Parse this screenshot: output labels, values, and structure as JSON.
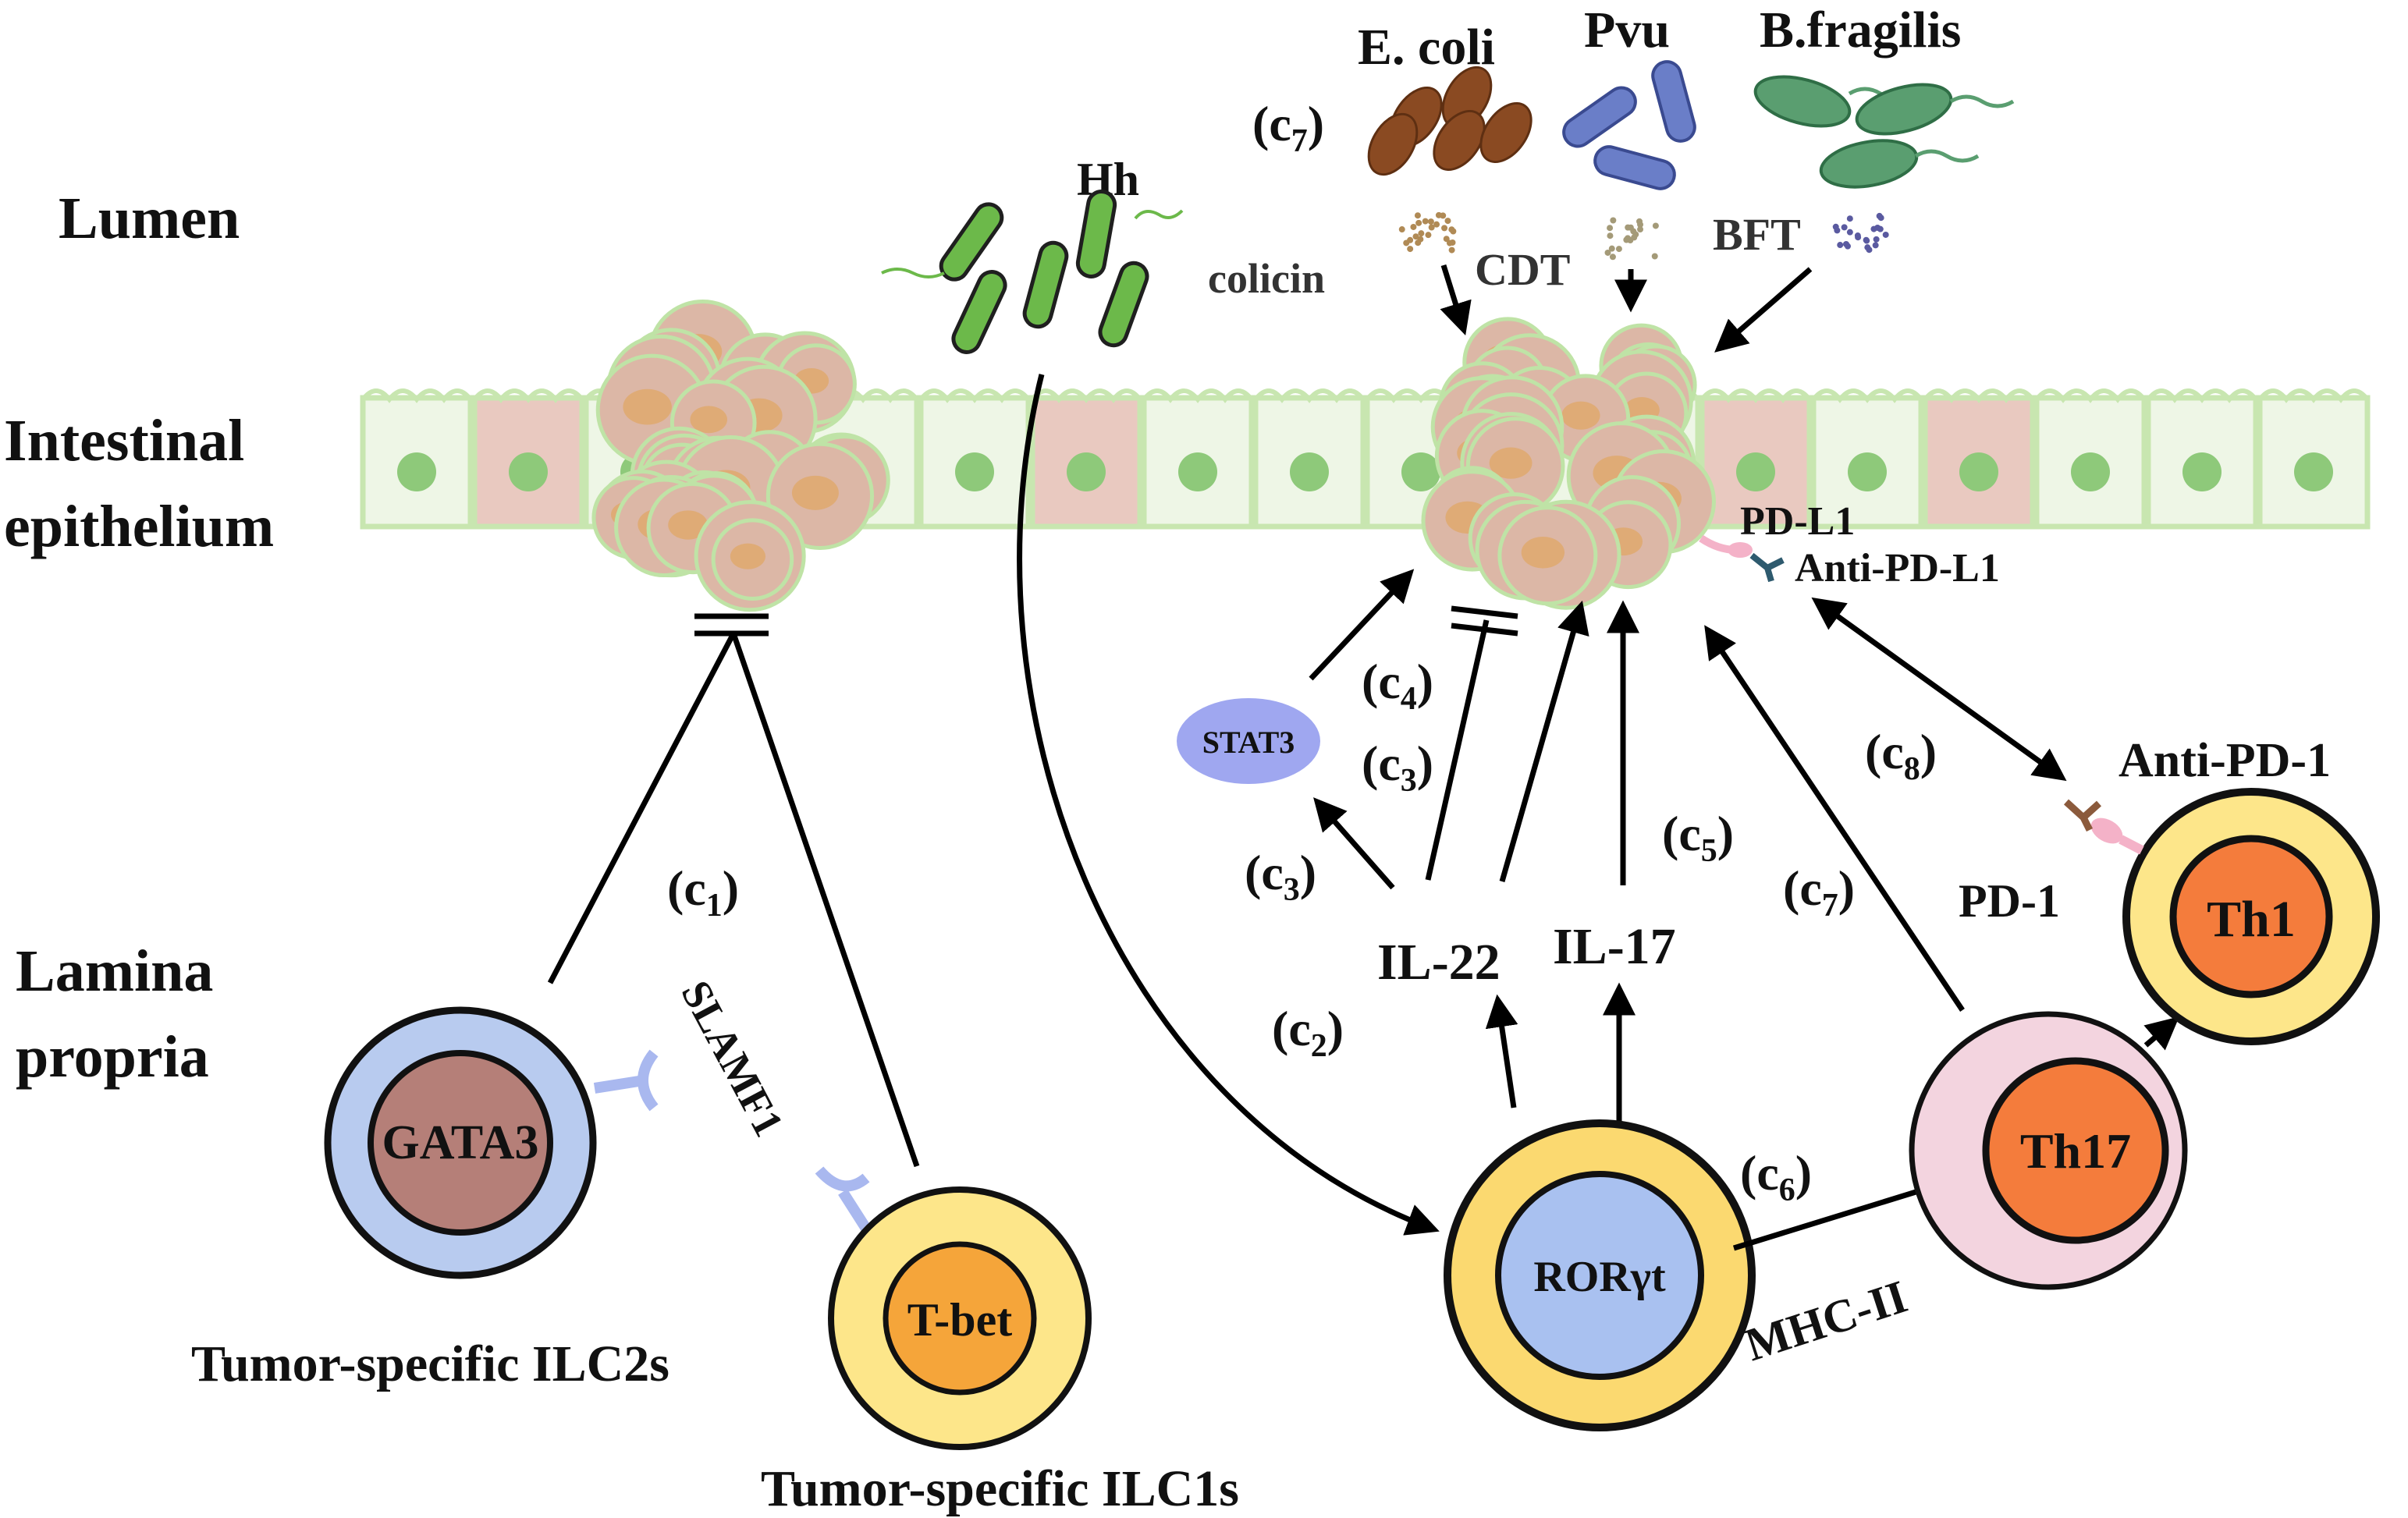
{
  "regions": {
    "lumen": "Lumen",
    "epithelium_line1": "Intestinal",
    "epithelium_line2": "epithelium",
    "lamina_line1": "Lamina",
    "lamina_line2": "propria"
  },
  "bacteria": {
    "ecoli": "E. coli",
    "pvu": "Pvu",
    "bfragilis": "B.fragilis",
    "hh": "Hh"
  },
  "toxins": {
    "colicin": "colicin",
    "cdt": "CDT",
    "bft": "BFT"
  },
  "markers": {
    "pdl1": "PD-L1",
    "anti_pdl1": "Anti-PD-L1",
    "anti_pd1": "Anti-PD-1",
    "pd1": "PD-1",
    "slamf1": "SLAMF1",
    "mhc2": "MHC-II",
    "stat3": "STAT3"
  },
  "cytokines": {
    "il22": "IL-22",
    "il17": "IL-17"
  },
  "cells": {
    "gata3": "GATA3",
    "tbet": "T-bet",
    "ror": "RORγt",
    "th17": "Th17",
    "th1": "Th1",
    "ilc2_caption": "Tumor-specific ILC2s",
    "ilc1_caption": "Tumor-specific ILC1s"
  },
  "annotations": {
    "c1": {
      "base": "(c",
      "sub": "1",
      "close": ")"
    },
    "c2": {
      "base": "(c",
      "sub": "2",
      "close": ")"
    },
    "c3a": {
      "base": "(c",
      "sub": "3",
      "close": ")"
    },
    "c3b": {
      "base": "(c",
      "sub": "3",
      "close": ")"
    },
    "c4": {
      "base": "(c",
      "sub": "4",
      "close": ")"
    },
    "c5": {
      "base": "(c",
      "sub": "5",
      "close": ")"
    },
    "c6": {
      "base": "(c",
      "sub": "6",
      "close": ")"
    },
    "c7a": {
      "base": "(c",
      "sub": "7",
      "close": ")"
    },
    "c7b": {
      "base": "(c",
      "sub": "7",
      "close": ")"
    },
    "c8": {
      "base": "(c",
      "sub": "8",
      "close": ")"
    }
  },
  "colors": {
    "epithelium_fill": "#eef6e6",
    "epithelium_border": "#c8e6b0",
    "nucleus_green": "#8ec97a",
    "tumor_cell": "#dcb7a6",
    "tumor_nucleus": "#e0a86a",
    "ilc2_outer": "#b8cbef",
    "ilc2_nucleus": "#b57f78",
    "ilc1_outer": "#fde68a",
    "ilc1_nucleus": "#f5a53a",
    "ror_outer": "#fbd970",
    "ror_nucleus": "#a9c1f0",
    "th17_outer": "#f3d4df",
    "th_nucleus": "#f47c3c",
    "th1_outer": "#fde68a",
    "stat3": "#9fa7f0",
    "ecoli": "#8a4a22",
    "pvu": "#6a7ec8",
    "bfragilis": "#5a9e70",
    "hh": "#6cb94a"
  }
}
